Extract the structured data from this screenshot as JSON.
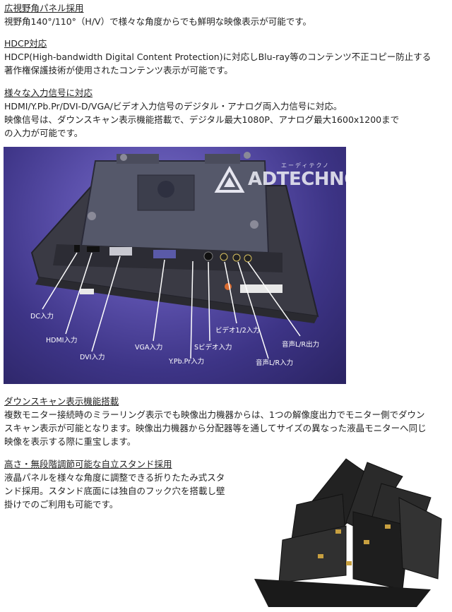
{
  "sections": [
    {
      "heading": "広視野角パネル採用",
      "lines": [
        "視野角140°/110°（H/V）で様々な角度からでも鮮明な映像表示が可能です。"
      ]
    },
    {
      "heading": "HDCP対応",
      "lines": [
        "HDCP(High-bandwidth Digital Content Protection)に対応しBlu-ray等のコンテンツ不正コピー防止する",
        "著作権保護技術が使用されたコンテンツ表示が可能です。"
      ]
    },
    {
      "heading": "様々な入力信号に対応",
      "lines": [
        "HDMI/Y.Pb.Pr/DVI-D/VGA/ビデオ入力信号のデジタル・アナログ両入力信号に対応。",
        "映像信号は、ダウンスキャン表示機能搭載で、デジタル最大1080P、アナログ最大1600x1200まで",
        "の入力が可能です。"
      ]
    },
    {
      "heading": "ダウンスキャン表示機能搭載",
      "lines": [
        "複数モニター接続時のミラーリング表示でも映像出力機器からは、1つの解像度出力でモニター側でダウン",
        "スキャン表示が可能となります。映像出力機器から分配器等を通してサイズの異なった液晶モニターへ同じ",
        "映像を表示する際に重宝します。"
      ]
    },
    {
      "heading": "高さ・無段階調節可能な自立スタンド採用",
      "lines": [
        "液晶パネルを様々な角度に調整できる折りたたみ式スタ",
        "ンド採用。スタンド底面には独自のフック穴を搭載し壁",
        "掛けでのご利用も可能です。"
      ]
    }
  ],
  "photo_labels": {
    "dc": "DC入力",
    "hdmi": "HDMI入力",
    "dvi": "DVI入力",
    "vga": "VGA入力",
    "ypbpr": "Y.Pb.Pr入力",
    "svideo": "Sビデオ入力",
    "video": "ビデオ1/2入力",
    "audio_in": "音声L/R入力",
    "audio_out": "音声L/R出力"
  },
  "logo": {
    "text": "ADTECHNO",
    "kana": "エーディテクノ"
  },
  "colors": {
    "photo_bg": "#4a40a0",
    "label": "#ffffff"
  }
}
